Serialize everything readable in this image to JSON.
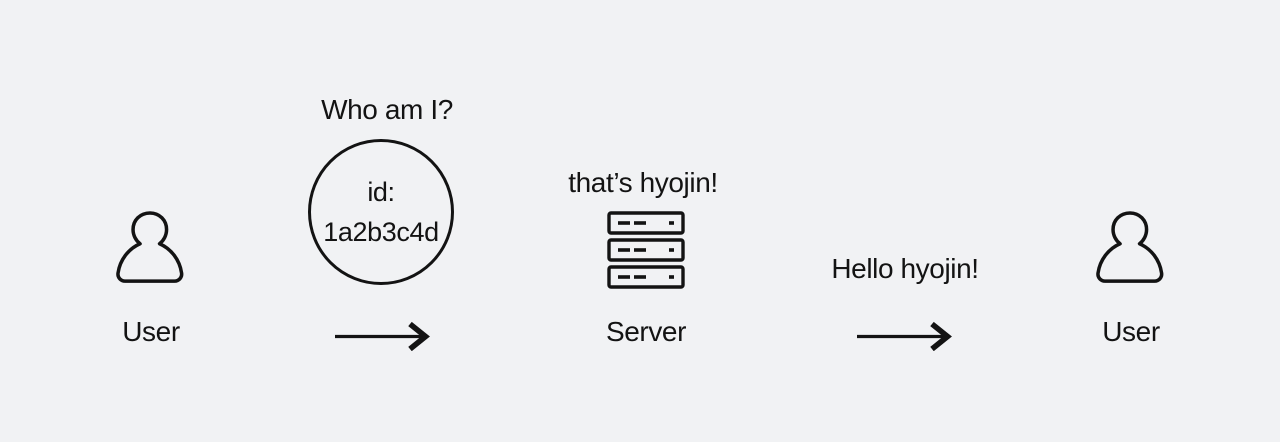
{
  "colors": {
    "background": "#f1f2f4",
    "ink": "#131313"
  },
  "diagram": {
    "left_user": {
      "label": "User",
      "icon": "person-icon"
    },
    "request": {
      "caption": "Who am I?",
      "session": {
        "line1": "id:",
        "line2": "1a2b3c4d"
      },
      "arrow": "right-arrow-icon"
    },
    "server": {
      "speech": "that’s hyojin!",
      "label": "Server",
      "icon": "server-rack-icon"
    },
    "response": {
      "caption": "Hello hyojin!",
      "arrow": "right-arrow-icon"
    },
    "right_user": {
      "label": "User",
      "icon": "person-icon"
    }
  }
}
